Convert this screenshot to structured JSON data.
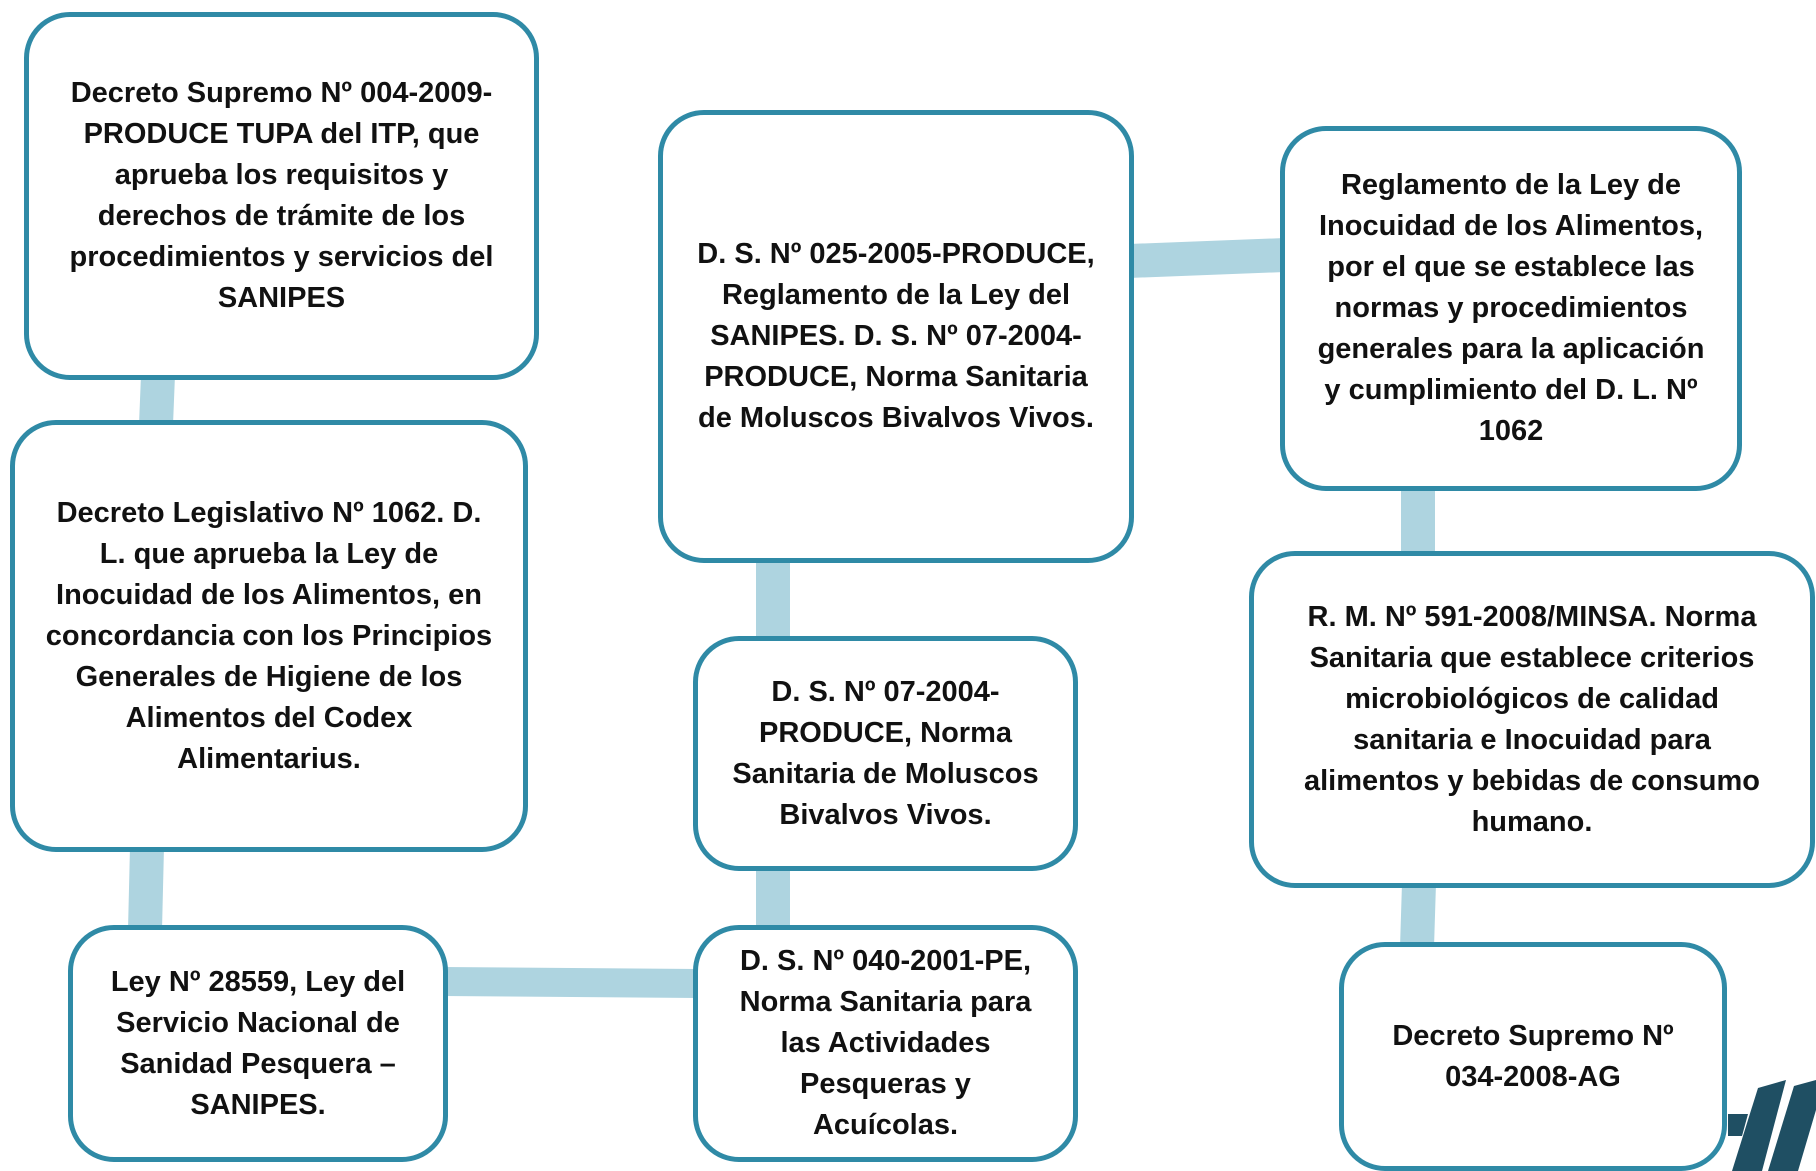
{
  "diagram": {
    "colors": {
      "box_border": "#2f8aa6",
      "connector": "#aed4e0",
      "text": "#111111",
      "logo": "#1f4f63"
    },
    "boxes": {
      "tupa": "Decreto Supremo Nº 004-2009-PRODUCE TUPA del ITP, que aprueba los requisitos y derechos de trámite de los procedimientos y servicios del SANIPES",
      "dl1062": "Decreto Legislativo Nº 1062. D. L. que aprueba la Ley de Inocuidad de los Alimentos, en concordancia con los Principios Generales de Higiene de los Alimentos del Codex Alimentarius.",
      "ley28559": "Ley Nº 28559, Ley del Servicio Nacional de Sanidad Pesquera – SANIPES.",
      "ds025": "D. S. Nº 025-2005-PRODUCE, Reglamento de la Ley del SANIPES. D. S. Nº 07-2004-PRODUCE, Norma Sanitaria de Moluscos Bivalvos Vivos.",
      "ds07": "D. S. Nº 07-2004-PRODUCE, Norma Sanitaria de Moluscos Bivalvos Vivos.",
      "ds040": "D. S. Nº 040-2001-PE, Norma Sanitaria para las Actividades Pesqueras y Acuícolas.",
      "reglamento": "Reglamento de la Ley de Inocuidad de los Alimentos, por el que se establece las normas y procedimientos generales para la aplicación y cumplimiento del  D. L. Nº 1062",
      "rm591": "R. M. Nº 591-2008/MINSA. Norma Sanitaria que establece criterios microbiológicos de calidad sanitaria e Inocuidad para alimentos y bebidas de consumo humano.",
      "ds034": "Decreto Supremo Nº 034-2008-AG"
    }
  }
}
